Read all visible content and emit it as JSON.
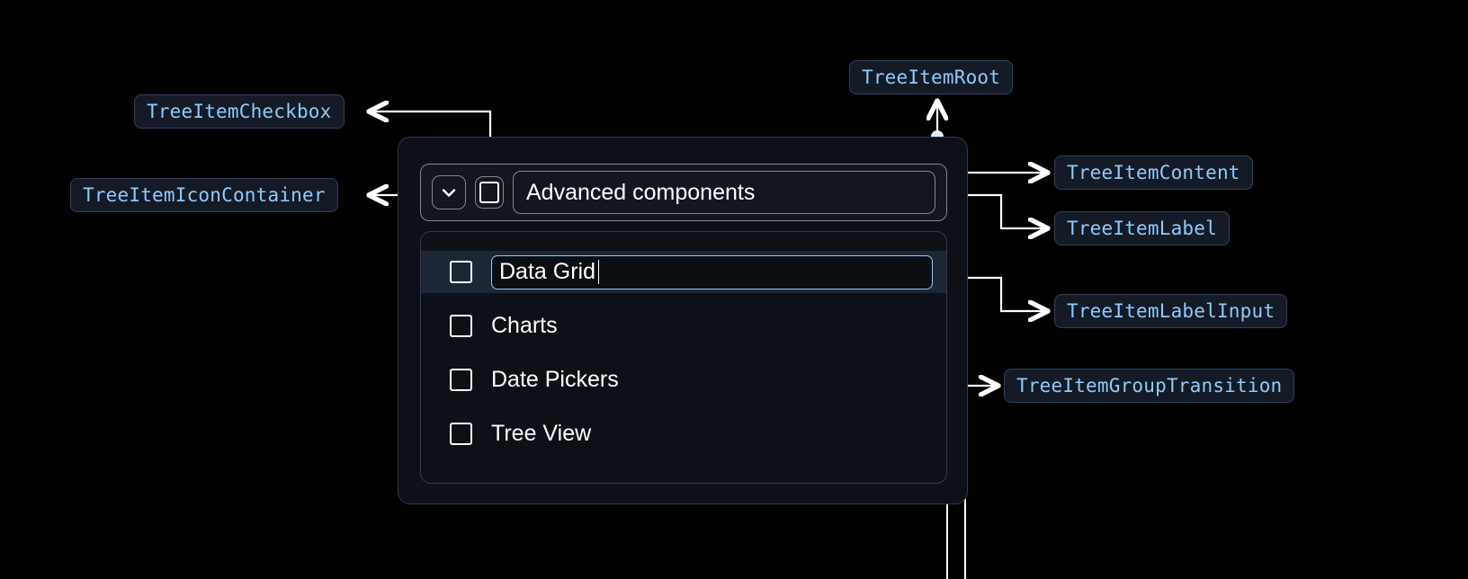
{
  "annotations": [
    {
      "id": "tree-item-checkbox",
      "label": "TreeItemCheckbox"
    },
    {
      "id": "tree-item-icon-container",
      "label": "TreeItemIconContainer"
    },
    {
      "id": "tree-item-root",
      "label": "TreeItemRoot"
    },
    {
      "id": "tree-item-content",
      "label": "TreeItemContent"
    },
    {
      "id": "tree-item-label",
      "label": "TreeItemLabel"
    },
    {
      "id": "tree-item-label-input",
      "label": "TreeItemLabelInput"
    },
    {
      "id": "tree-item-group-transition",
      "label": "TreeItemGroupTransition"
    }
  ],
  "component": {
    "expand_icon": "chevron-down-icon",
    "root_checkbox_checked": false,
    "root_label": "Advanced components",
    "children": [
      {
        "label": "Data Grid",
        "checked": false,
        "editing": true
      },
      {
        "label": "Charts",
        "checked": false,
        "editing": false
      },
      {
        "label": "Date Pickers",
        "checked": false,
        "editing": false
      },
      {
        "label": "Tree View",
        "checked": false,
        "editing": false
      }
    ]
  },
  "colors": {
    "background": "#000000",
    "badge_text": "#90caf9",
    "badge_fill": "#141b27",
    "badge_border": "#33415a",
    "connector": "#ffffff",
    "focus_border": "#90caf9",
    "selected_row": "#1b2735",
    "panel_border": "#2f3b4d",
    "field_border": "#7f8794",
    "text": "#ffffff"
  }
}
